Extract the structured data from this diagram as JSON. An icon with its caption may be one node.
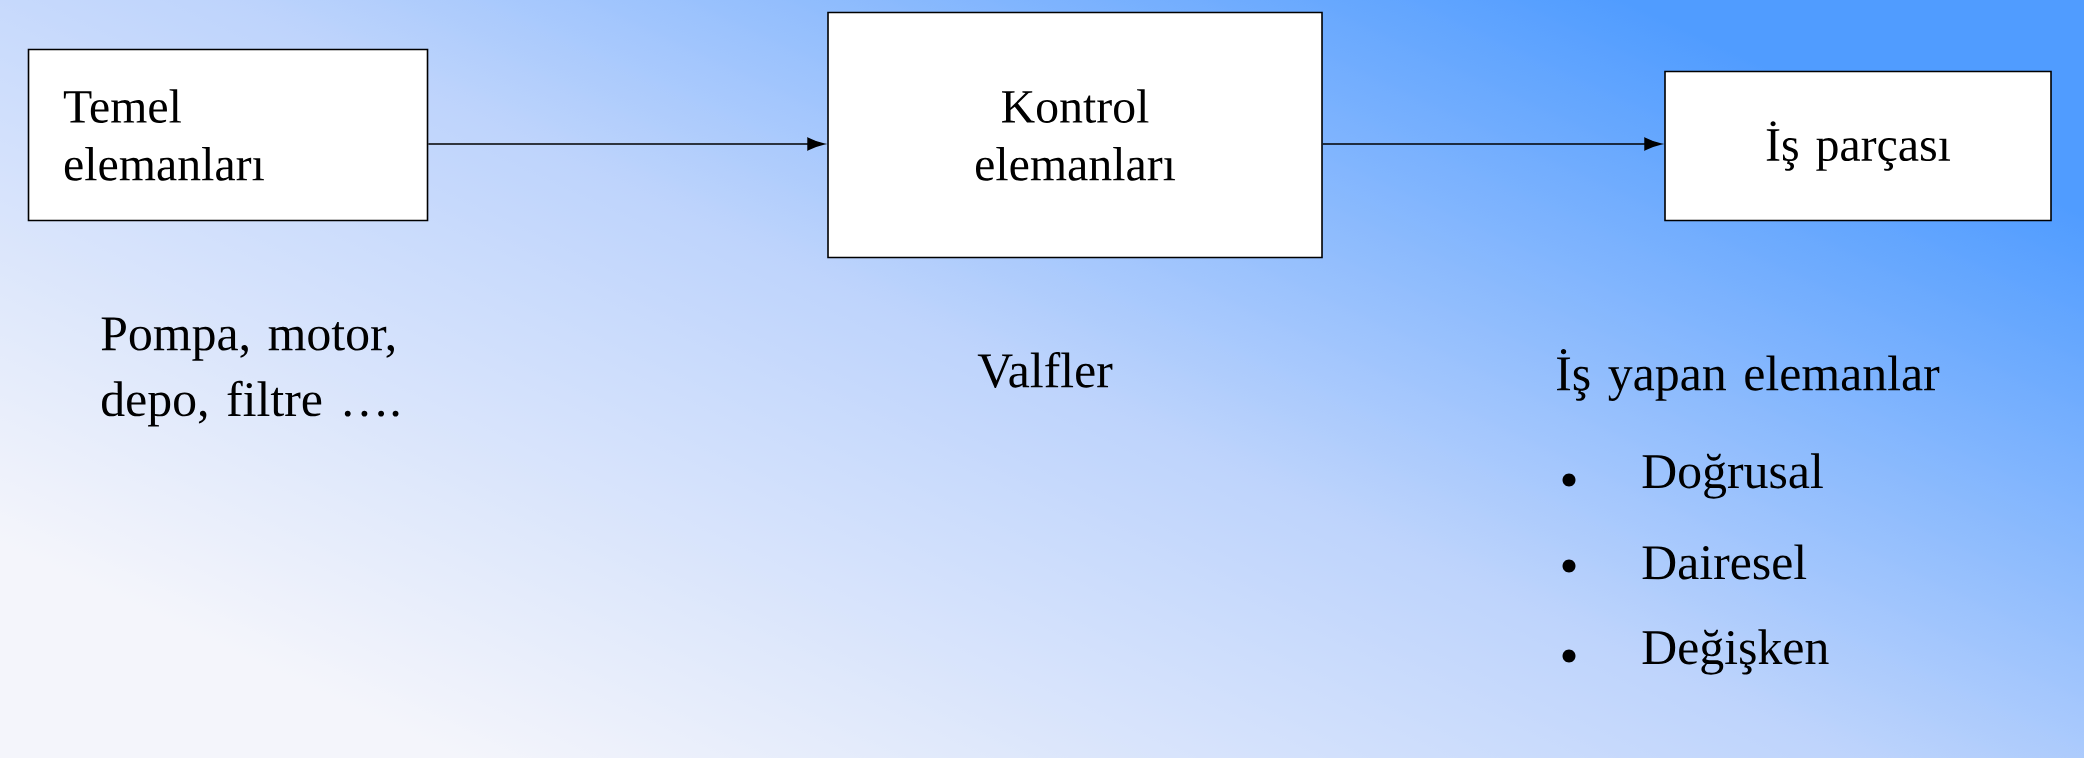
{
  "diagram": {
    "nodes": [
      {
        "text": [
          "Temel elemanları"
        ]
      },
      {
        "text": [
          "Kontrol elemanları"
        ]
      },
      {
        "text": [
          "İş parçası"
        ]
      }
    ],
    "edges": [
      {
        "from": 0,
        "to": 1,
        "arrow": "to"
      },
      {
        "from": 1,
        "to": 2,
        "arrow": "to"
      }
    ],
    "labels": [
      "Pompa, motor, depo, filtre ….",
      "Valfler",
      "İş yapan elemanlar",
      "Doğrusal",
      "Dairesel",
      "Değişken"
    ]
  }
}
